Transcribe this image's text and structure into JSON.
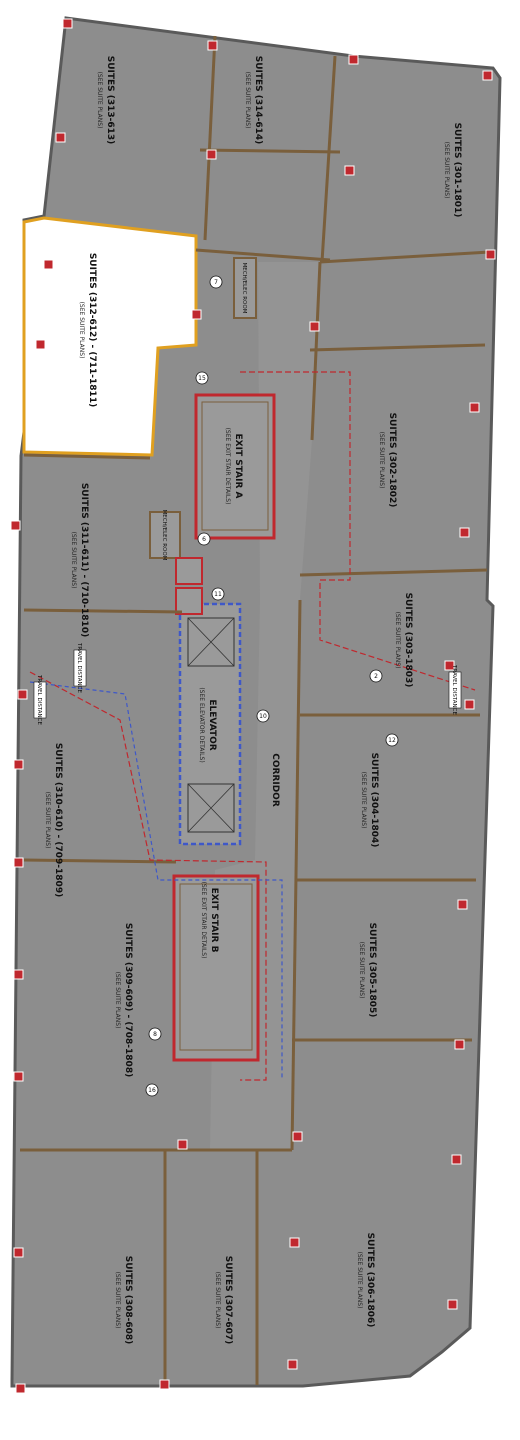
{
  "suites": [
    {
      "id": "313",
      "label": "SUITES (313-613)",
      "note": "(SEE SUITE PLANS)"
    },
    {
      "id": "314",
      "label": "SUITES (314-614)",
      "note": "(SEE SUITE PLANS)"
    },
    {
      "id": "301",
      "label": "SUITES (301-1801)",
      "note": "(SEE SUITE PLANS)"
    },
    {
      "id": "312",
      "label": "SUITES (312-612) - (711-1811)",
      "note": "(SEE SUITE PLANS)"
    },
    {
      "id": "302",
      "label": "SUITES (302-1802)",
      "note": "(SEE SUITE PLANS)"
    },
    {
      "id": "311",
      "label": "SUITES (311-611) - (710-1810)",
      "note": "(SEE SUITE PLANS)"
    },
    {
      "id": "303",
      "label": "SUITES (303-1803)",
      "note": "(SEE SUITE PLANS)"
    },
    {
      "id": "310",
      "label": "SUITES (310-610) - (709-1809)",
      "note": "(SEE SUITE PLANS)"
    },
    {
      "id": "304",
      "label": "SUITES (304-1804)",
      "note": "(SEE SUITE PLANS)"
    },
    {
      "id": "309",
      "label": "SUITES (309-609) - (708-1808)",
      "note": "(SEE SUITE PLANS)"
    },
    {
      "id": "305",
      "label": "SUITES (305-1805)",
      "note": "(SEE SUITE PLANS)"
    },
    {
      "id": "308",
      "label": "SUITES (308-608)",
      "note": "(SEE SUITE PLANS)"
    },
    {
      "id": "307",
      "label": "SUITES (307-607)",
      "note": "(SEE SUITE PLANS)"
    },
    {
      "id": "306",
      "label": "SUITES (306-1806)",
      "note": "(SEE SUITE PLANS)"
    }
  ],
  "core": {
    "stair_a": "EXIT STAIR A",
    "stair_a_note": "(SEE EXIT STAIR DETAILS)",
    "stair_b": "EXIT STAIR B",
    "stair_b_note": "(SEE EXIT STAIR DETAILS)",
    "elevator": "ELEVATOR",
    "elevator_note": "(SEE ELEVATOR DETAILS)",
    "corridor": "CORRIDOR",
    "mech_room": "MECH/ELEC ROOM"
  },
  "callouts": [
    "7",
    "15",
    "6",
    "11",
    "10",
    "2",
    "12",
    "8",
    "16"
  ],
  "notes": {
    "travel_dist": "TRAVEL DISTANCE"
  },
  "colors": {
    "floor": "#8d8d8d",
    "wall": "#7a5f3c",
    "highlight_fill": "#ffffff",
    "highlight_border": "#e0a020",
    "column": "#c0282e",
    "stair_border": "#c0282e",
    "elevator_border": "#3f58c8",
    "path_red": "#c0282e",
    "path_blue": "#3f58c8"
  }
}
